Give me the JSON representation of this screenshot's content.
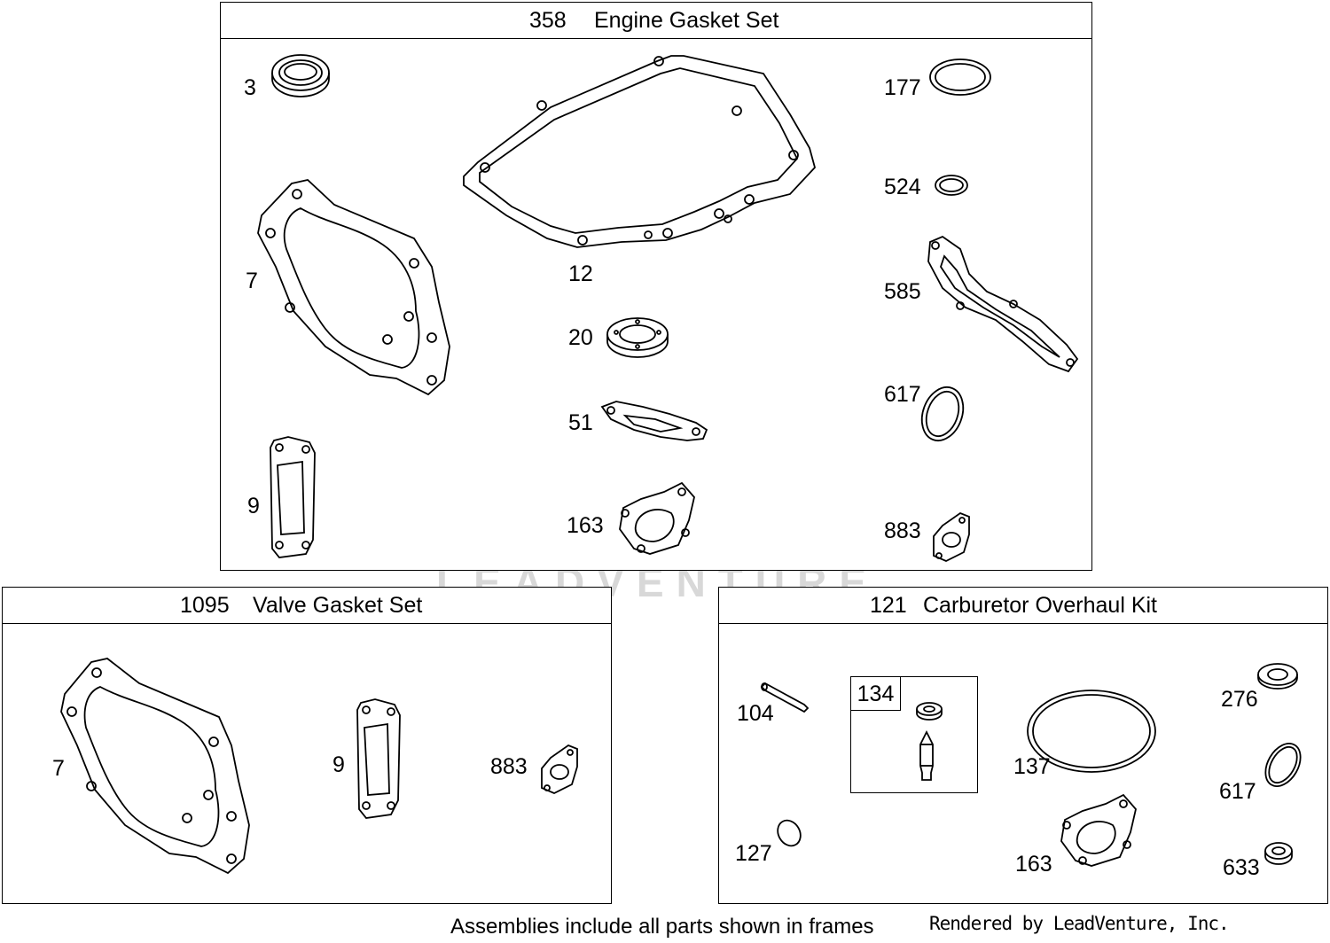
{
  "frames": {
    "engine": {
      "number": "358",
      "title": "Engine Gasket Set",
      "labels": [
        "3",
        "7",
        "9",
        "12",
        "20",
        "51",
        "163",
        "177",
        "524",
        "585",
        "617",
        "883"
      ]
    },
    "valve": {
      "number": "1095",
      "title": "Valve Gasket Set",
      "labels": [
        "7",
        "9",
        "883"
      ]
    },
    "carb": {
      "number": "121",
      "title": "Carburetor Overhaul Kit",
      "labels": [
        "104",
        "134",
        "127",
        "137",
        "163",
        "276",
        "617",
        "633"
      ]
    }
  },
  "footer": {
    "note": "Assemblies include all parts shown in frames",
    "credit": "Rendered by LeadVenture, Inc."
  },
  "watermark": "LEADVENTURE",
  "colors": {
    "line": "#000000",
    "watermark": "#d8d8d8",
    "background": "#ffffff"
  }
}
